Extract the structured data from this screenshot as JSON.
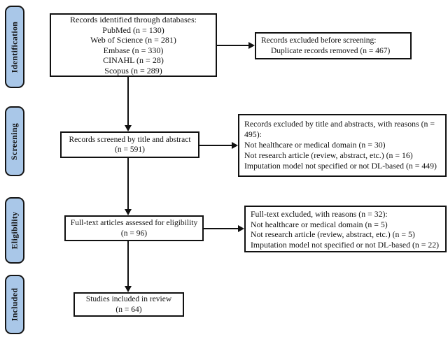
{
  "colors": {
    "stage_fill": "#a9c7e8",
    "box_border": "#111111",
    "background": "#ffffff"
  },
  "stages": [
    {
      "label": "Identification"
    },
    {
      "label": "Screening"
    },
    {
      "label": "Eligibility"
    },
    {
      "label": "Included"
    }
  ],
  "main_flow": {
    "identified": {
      "lines": [
        "Records identified through databases:",
        "PubMed (n = 130)",
        "Web of Science (n = 281)",
        "Embase (n = 330)",
        "CINAHL (n = 28)",
        "Scopus (n = 289)"
      ]
    },
    "screened": {
      "lines": [
        "Records screened by title and abstract",
        "(n = 591)"
      ]
    },
    "fulltext": {
      "lines": [
        "Full-text articles assessed for eligibility",
        "(n = 96)"
      ]
    },
    "included": {
      "lines": [
        "Studies included in review",
        "(n = 64)"
      ]
    }
  },
  "exclusions": {
    "before_screening": {
      "title": "Records excluded before screening:",
      "items": [
        "Duplicate records removed (n = 467)"
      ]
    },
    "title_abstract": {
      "title": "Records excluded by title and abstracts, with reasons (n = 495):",
      "items": [
        "Not healthcare or medical domain (n = 30)",
        "Not research article (review, abstract, etc.) (n = 16)",
        "Imputation model not specified or not DL-based (n = 449)"
      ]
    },
    "full_text": {
      "title": "Full-text excluded, with reasons (n = 32):",
      "items": [
        "Not healthcare or medical domain (n = 5)",
        "Not research article (review, abstract, etc.) (n = 5)",
        "Imputation model not specified or not DL-based (n = 22)"
      ]
    }
  }
}
